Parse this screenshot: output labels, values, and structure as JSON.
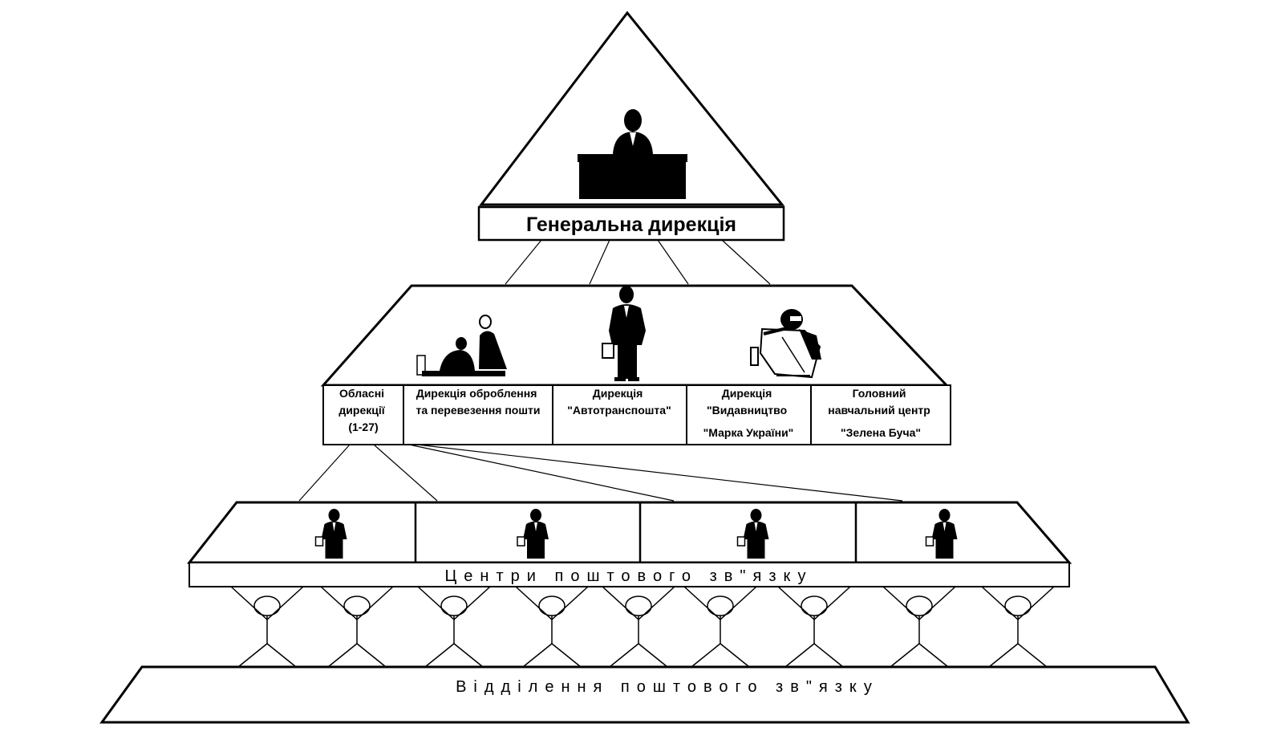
{
  "top": {
    "title": "Генеральна дирекція"
  },
  "directorates": [
    {
      "lines": [
        "Обласні",
        "дирекції",
        "(1-27)"
      ]
    },
    {
      "lines": [
        "Дирекція оброблення",
        "та перевезення пошти"
      ]
    },
    {
      "lines": [
        "Дирекція",
        "\"Автотранспошта\""
      ]
    },
    {
      "lines": [
        "Дирекція",
        "\"Видавництво",
        "\"Марка України\""
      ]
    },
    {
      "lines": [
        "Головний",
        "навчальний центр",
        "\"Зелена Буча\""
      ]
    }
  ],
  "centers": {
    "label": "Центри поштового зв\"язку",
    "count": 4
  },
  "workers": {
    "count": 9
  },
  "offices": {
    "label": "Відділення поштового зв\"язку"
  },
  "colors": {
    "line": "#000000",
    "fill": "#ffffff",
    "figure": "#000000"
  }
}
